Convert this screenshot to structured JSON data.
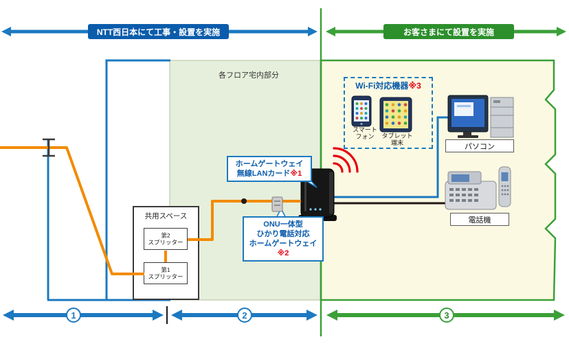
{
  "header": {
    "ntt_zone_label": "NTT西日本にて工事・設置を実施",
    "customer_zone_label": "お客さまにて設置を実施"
  },
  "areas": {
    "floor_indoor_label": "各フロア宅内部分"
  },
  "shared_space": {
    "title": "共用スペース",
    "splitter2_line1": "第2",
    "splitter2_line2": "スプリッター",
    "splitter1_line1": "第1",
    "splitter1_line2": "スプリッター"
  },
  "callouts": {
    "wlan_card": {
      "line1": "ホームゲートウェイ",
      "line2": "無線LANカード",
      "note": "※1"
    },
    "onu_gateway": {
      "line1": "ONU一体型",
      "line2": "ひかり電話対応",
      "line3": "ホームゲートウェイ",
      "note": "※2"
    }
  },
  "wifi_devices": {
    "title": "Wi-Fi対応機器",
    "note": "※3",
    "smartphone_line1": "スマート",
    "smartphone_line2": "フォン",
    "tablet_line1": "タブレット",
    "tablet_line2": "端末"
  },
  "devices": {
    "pc_label": "パソコン",
    "phone_label": "電話機"
  },
  "steps": {
    "step1": "1",
    "step2": "2",
    "step3": "3"
  },
  "colors": {
    "ntt_blue": "#1b79c0",
    "ntt_blue_dark": "#0b5cab",
    "customer_green": "#3ba038",
    "customer_green_dark": "#2c8f2c",
    "fiber_orange": "#f28b00",
    "wifi_red": "#e60012",
    "floor_area_bg": "#e6efdb",
    "customer_area_bg": "#fbf9e2"
  }
}
